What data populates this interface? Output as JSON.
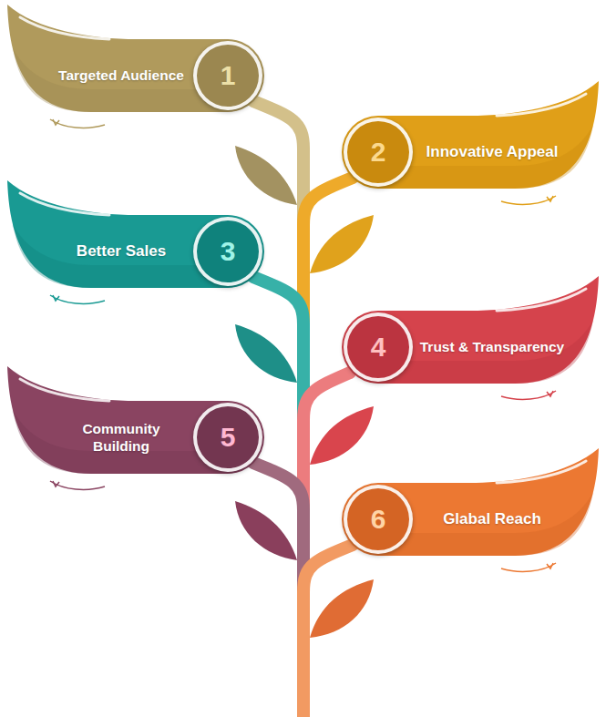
{
  "diagram": {
    "nodes": [
      {
        "text": [
          "Targeted Audience"
        ]
      },
      {
        "text": [
          "1"
        ],
        "in": 0
      },
      {
        "text": [
          "Innovative Appeal"
        ]
      },
      {
        "text": [
          "2"
        ],
        "in": 2
      },
      {
        "text": [
          "Better Sales"
        ]
      },
      {
        "text": [
          "3"
        ],
        "in": 4
      },
      {
        "text": [
          "Trust & Transparency"
        ]
      },
      {
        "text": [
          "4"
        ],
        "in": 6
      },
      {
        "text": [
          "Community Building"
        ]
      },
      {
        "text": [
          "5"
        ],
        "in": 8
      },
      {
        "text": [
          "Glabal Reach"
        ]
      },
      {
        "text": [
          "6"
        ],
        "in": 10
      }
    ]
  }
}
